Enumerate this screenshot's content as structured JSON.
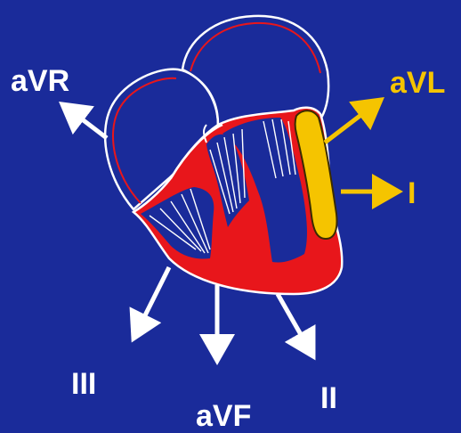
{
  "colors": {
    "background": "#1a2b9a",
    "myocardium": "#e8161b",
    "outline": "#ffffff",
    "lesion": "#f5c400",
    "lesion_outline": "#3a2b00",
    "arrow_normal": "#ffffff",
    "arrow_highlight": "#f5c400"
  },
  "leads": {
    "avr": {
      "label": "aVR",
      "highlighted": false
    },
    "avl": {
      "label": "aVL",
      "highlighted": true
    },
    "i": {
      "label": "I",
      "highlighted": true
    },
    "ii": {
      "label": "II",
      "highlighted": false
    },
    "iii": {
      "label": "III",
      "highlighted": false
    },
    "avf": {
      "label": "aVF",
      "highlighted": false
    }
  }
}
